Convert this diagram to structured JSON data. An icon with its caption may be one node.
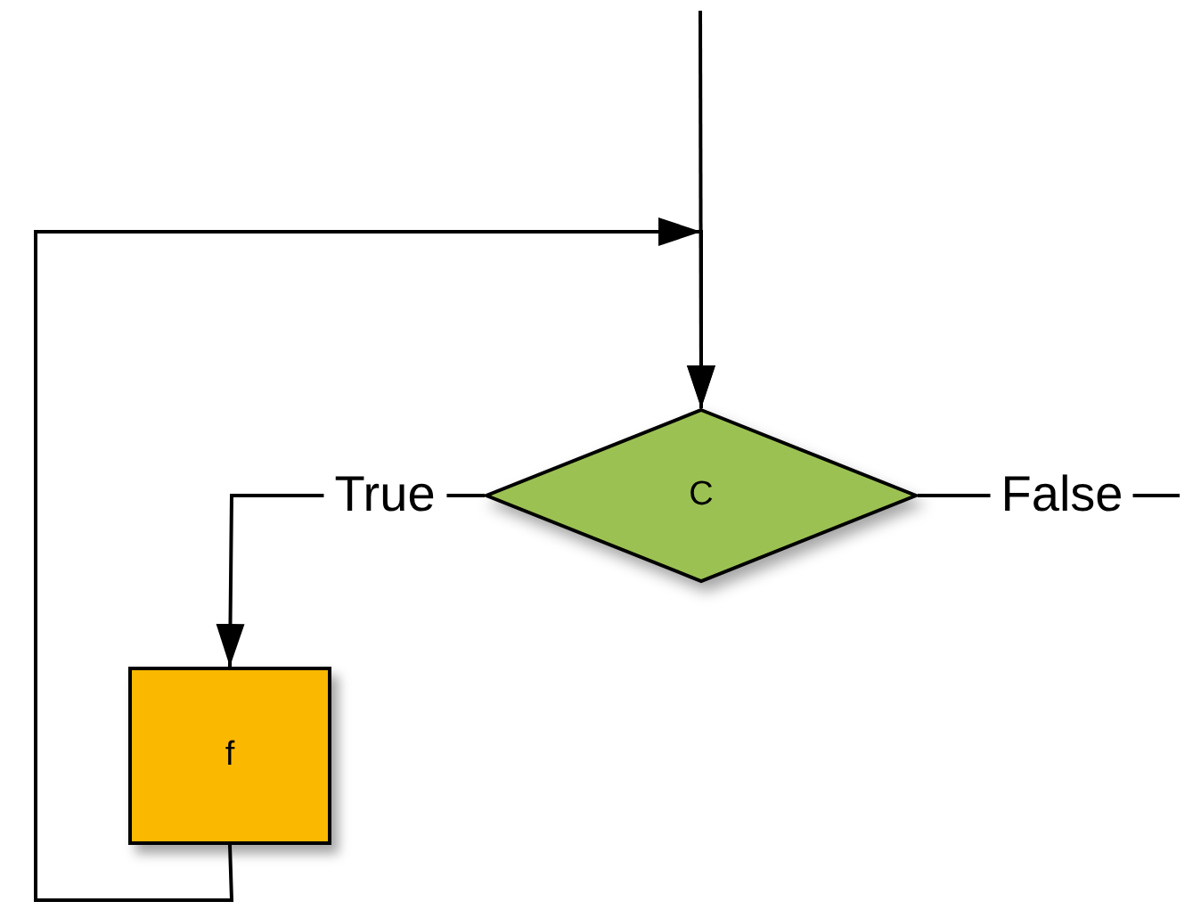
{
  "diagram": {
    "nodes": [
      {
        "text": [
          "C"
        ]
      },
      {
        "text": [
          "f"
        ]
      }
    ],
    "edges": [
      {
        "from": null,
        "to": 0,
        "arrow": "to"
      },
      {
        "from": 0,
        "to": 1,
        "arrow": "to",
        "label": "True"
      },
      {
        "from": 1,
        "to": 0,
        "arrow": "to"
      },
      {
        "from": 0,
        "to": null,
        "arrow": "none",
        "label": "False"
      }
    ]
  }
}
